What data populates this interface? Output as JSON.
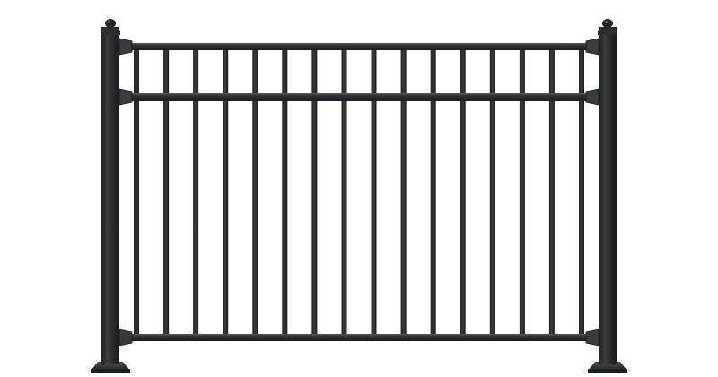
{
  "scene": {
    "subject": "aluminum-fence-panel",
    "background_color": "#ffffff",
    "colors": {
      "metal": "#2a2b2d",
      "metal_highlight": "#3e4043",
      "metal_shadow": "#1b1c1e",
      "base_plate": "#2e2f31",
      "bracket": "#3a3b3d"
    },
    "fence": {
      "post_count": 2,
      "rail_count": 3,
      "picket_count": 16,
      "bracket_count": 6,
      "base_plate_count": 2
    }
  }
}
